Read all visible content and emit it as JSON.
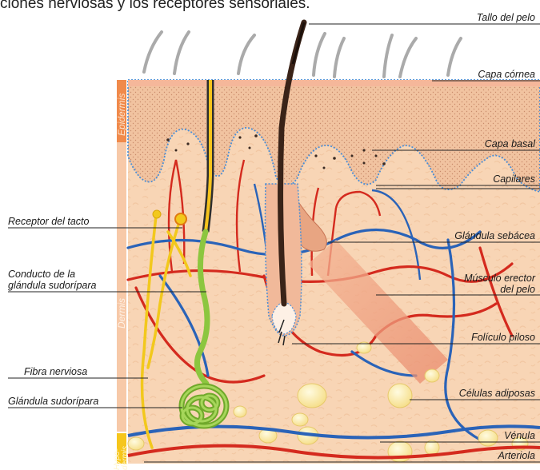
{
  "intro_text": "ciones nerviosas y los receptores sensoriales.",
  "colors": {
    "epidermis_bar": "#f08a4b",
    "dermis_bar": "#f7c9a8",
    "hypodermis_bar": "#f6c61c",
    "artery": "#d42a1e",
    "vein": "#2a63b8",
    "gland": "#8cc63f",
    "nerve": "#f2c81c",
    "skin": "#f8d5b5"
  },
  "layers": {
    "epidermis": "Epidermis",
    "dermis": "Dermis",
    "hypodermis": "Hypo-\ndermis"
  },
  "labels_right": {
    "tallo_pelo": "Tallo del pelo",
    "capa_cornea": "Capa córnea",
    "capa_basal": "Capa basal",
    "capilares": "Capilares",
    "glandula_sebacea": "Glándula sebácea",
    "musculo_erector": "Músculo erector\ndel pelo",
    "foliculo_piloso": "Folículo piloso",
    "celulas_adiposas": "Células adiposas",
    "venula": "Vénula",
    "arteriola": "Arteriola"
  },
  "labels_left": {
    "receptor_tacto": "Receptor del tacto",
    "conducto_glandula": "Conducto de la\nglándula sudorípara",
    "fibra_nerviosa": "Fibra nerviosa",
    "glandula_sudoripara": "Glándula sudorípara"
  }
}
